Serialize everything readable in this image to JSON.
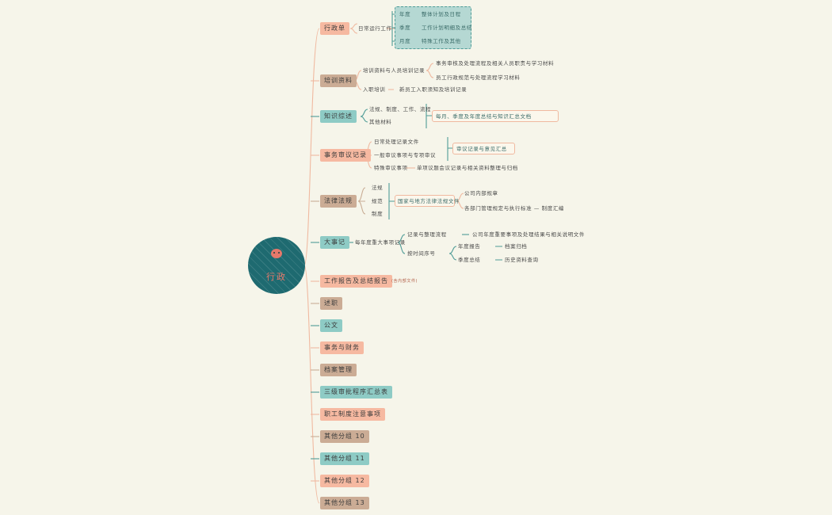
{
  "root": {
    "title": "行政"
  },
  "branches": [
    {
      "label": "行政单"
    },
    {
      "label": "培训资料"
    },
    {
      "label": "知识综述"
    },
    {
      "label": "事务审议记录"
    },
    {
      "label": "法律法规"
    },
    {
      "label": "大事记"
    },
    {
      "label": "工作报告及总结报告"
    },
    {
      "label": "述职"
    },
    {
      "label": "公文"
    },
    {
      "label": "事务与财务"
    },
    {
      "label": "档案管理"
    },
    {
      "label": "三级审批程序汇总表"
    },
    {
      "label": "职工制度注意事项"
    },
    {
      "label": "其他分组 10"
    },
    {
      "label": "其他分组 11"
    },
    {
      "label": "其他分组 12"
    },
    {
      "label": "其他分组 13"
    }
  ],
  "b1": {
    "mid": "日常运行工作",
    "box_items": [
      "年度",
      "季度",
      "月度"
    ],
    "box_details": [
      "整体计划及日程",
      "工作计划明细及总结",
      "特殊工作及其他"
    ]
  },
  "b2": {
    "mid1": "培训资料与人员培训记录",
    "mid2": "入职培训",
    "right1": "事务审核及处理流程及相关人员职责与学习材料",
    "right2": "员工行政规范与处理流程学习材料",
    "right3": "新员工入职须知及培训记录"
  },
  "b3": {
    "mid1": "法规、制度、工作、流程",
    "mid2": "其他材料",
    "box": "每月、季度及年度总结与知识汇总文档"
  },
  "b4": {
    "mid1": "日常处理记录文件",
    "mid2": "一般审议事项与专项审议",
    "mid3": "特殊审议事项",
    "box": "审议记录与意见汇总",
    "extra": "单项议题会议记录与相关资料整理与归档"
  },
  "b5": {
    "mid1": "法规",
    "mid2": "规范",
    "mid3": "制度",
    "box": "国家与地方法律法规文件",
    "right1": "公司内部规章",
    "right2": "各部门管理规定与执行标准 — 制度汇编"
  },
  "b6": {
    "mid": "每年度重大事项记录",
    "sub1": "记录与整理流程",
    "sub2": "按时间序号",
    "right1": "公司年度重要事项及处理结果与相关说明文件",
    "right2a": "年度报告",
    "right2b": "季度总结",
    "leaf1": "档案归档",
    "leaf2": "历史资料查询"
  },
  "b7": {
    "note": "(含内部文件)"
  }
}
